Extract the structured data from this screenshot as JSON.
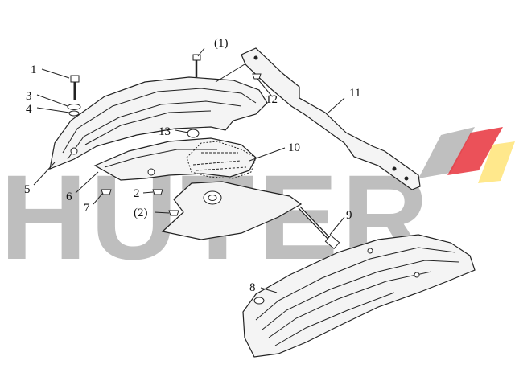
{
  "watermark": {
    "text": "HUTER",
    "colors": {
      "letters": "#8a8a8a",
      "stripe_gray": "#8a8a8a",
      "stripe_red": "#e8323c",
      "stripe_yellow": "#ffe680"
    }
  },
  "callouts": {
    "c1": "1",
    "c2": "2",
    "c3": "3",
    "c4": "4",
    "c5": "5",
    "c6": "6",
    "c7": "7",
    "c8": "8",
    "c9": "9",
    "c10": "10",
    "c11": "11",
    "c12": "12",
    "c13": "13",
    "p1": "(1)",
    "p2": "(2)"
  }
}
